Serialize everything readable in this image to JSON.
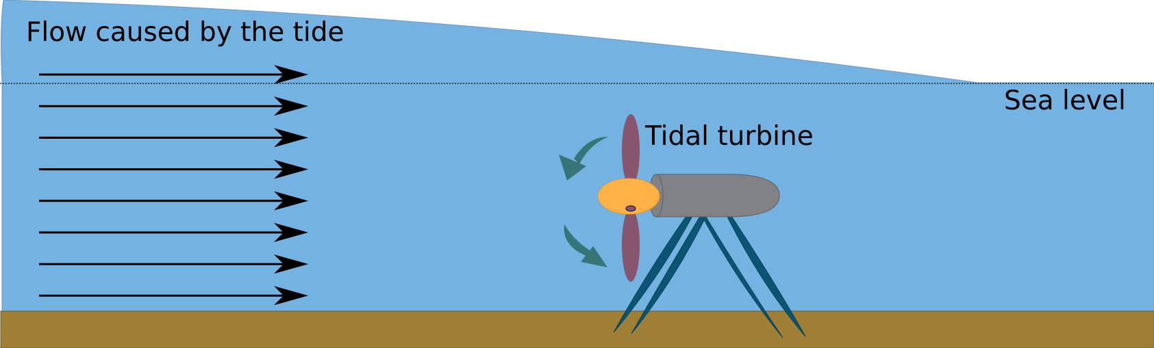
{
  "labels": {
    "flow": "Flow caused by the tide",
    "sea_level": "Sea level",
    "turbine": "Tidal turbine"
  },
  "colors": {
    "water": "#74b2e2",
    "seabed": "#9e7f35",
    "arrow": "#000000",
    "blade": "#87566e",
    "hub": "#ffb347",
    "nacelle": "#808285",
    "support": "#0b5574",
    "rotation_arrow": "#377477"
  },
  "flow_arrow_count": 8
}
